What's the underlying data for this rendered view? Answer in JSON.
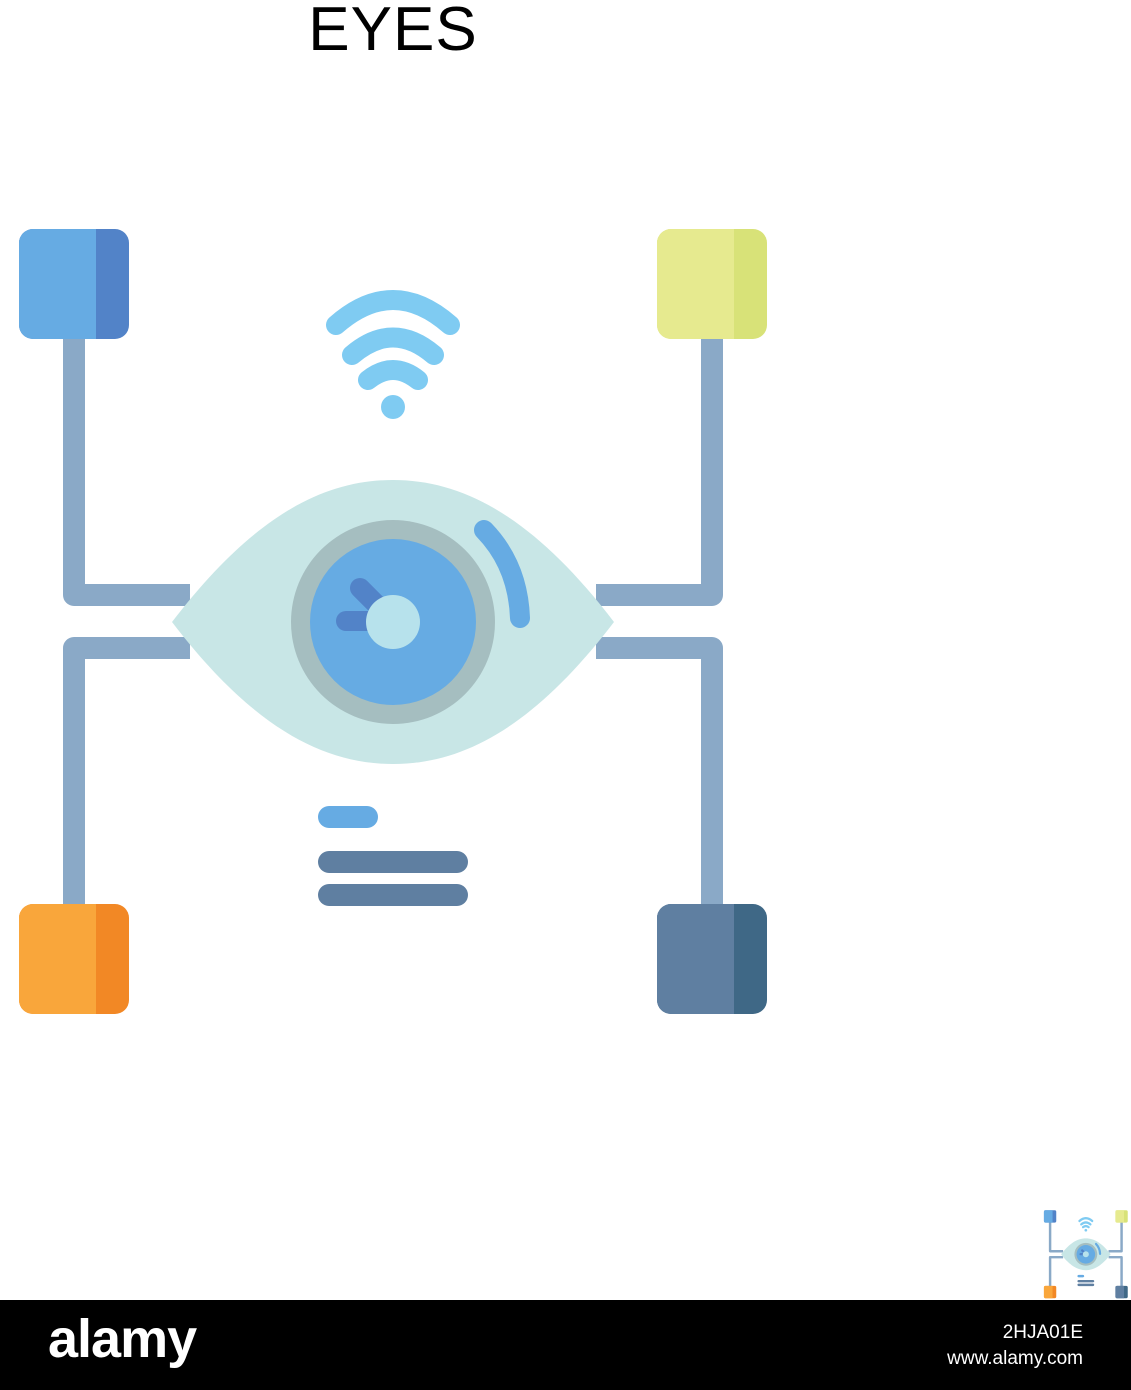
{
  "title": "EYES",
  "icon": {
    "name": "eye-network-icon",
    "colors": {
      "connector": "#8aa9c7",
      "node_top_left": "#66abe3",
      "node_top_left_shade": "#5283c8",
      "node_top_right": "#e6ea8f",
      "node_top_right_shade": "#d8e278",
      "node_bottom_left": "#f9a63b",
      "node_bottom_left_shade": "#f28825",
      "node_bottom_right": "#5f7fa1",
      "node_bottom_right_shade": "#3f6886",
      "eye_white": "#c8e6e6",
      "iris_ring": "#a5bec0",
      "iris": "#66abe3",
      "pupil": "#b7e2ec",
      "wifi": "#7fcbf2",
      "text_line_short": "#66abe3",
      "text_line_long": "#5f7fa1"
    }
  },
  "footer": {
    "logo": "alamy",
    "image_id": "2HJA01E",
    "url": "www.alamy.com"
  }
}
